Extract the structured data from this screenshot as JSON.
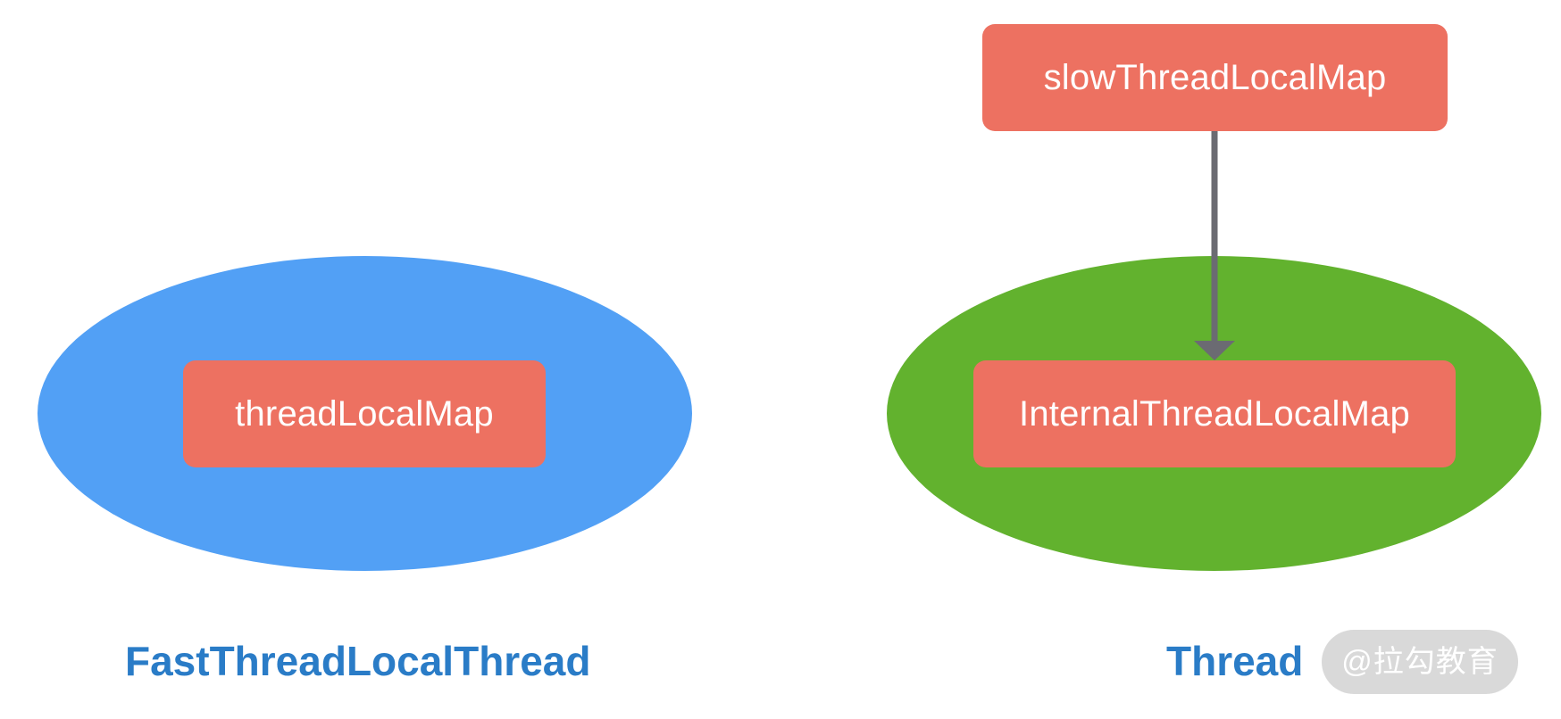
{
  "diagram": {
    "title_absent": "",
    "groups": [
      {
        "id": "fast-thread-local-thread",
        "label": "FastThreadLocalThread",
        "shape": "ellipse",
        "color": "#52a0f5",
        "label_color": "#2a7cc7",
        "children": [
          {
            "id": "thread-local-map",
            "label": "threadLocalMap",
            "shape": "rounded-rect",
            "color": "#ed7161",
            "text_color": "#ffffff"
          }
        ]
      },
      {
        "id": "thread",
        "label": "Thread",
        "shape": "ellipse",
        "color": "#62b22e",
        "label_color": "#2a7cc7",
        "children": [
          {
            "id": "internal-thread-local-map",
            "label": "InternalThreadLocalMap",
            "shape": "rounded-rect",
            "color": "#ed7161",
            "text_color": "#ffffff"
          }
        ]
      }
    ],
    "external_nodes": [
      {
        "id": "slow-thread-local-map",
        "label": "slowThreadLocalMap",
        "shape": "rounded-rect",
        "color": "#ed7161",
        "text_color": "#ffffff"
      }
    ],
    "edges": [
      {
        "id": "slow-to-internal",
        "from": "slow-thread-local-map",
        "to": "internal-thread-local-map",
        "style": "solid",
        "color": "#6b6b72",
        "arrowhead": "triangle",
        "label": ""
      }
    ],
    "watermark": {
      "text": "@拉勾教育",
      "pill_color": "#d9d9d9",
      "text_color": "#ffffff"
    }
  }
}
